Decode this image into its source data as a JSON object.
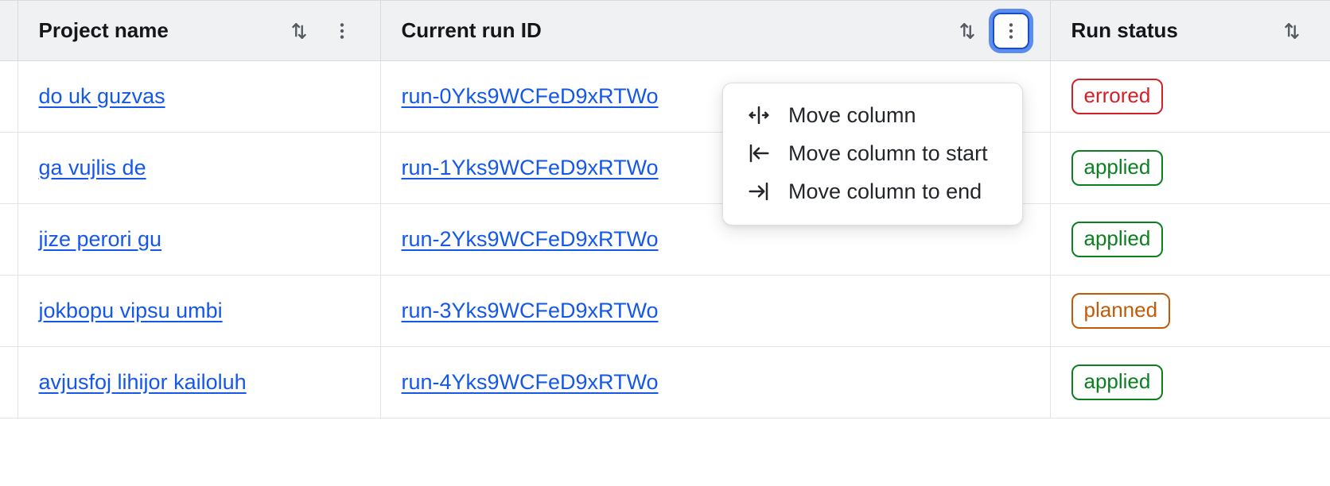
{
  "table": {
    "columns": [
      {
        "key": "gutter",
        "label": "",
        "sortable": false,
        "menu": false
      },
      {
        "key": "project",
        "label": "Project name",
        "sortable": true,
        "menu": true,
        "sort_icon": "sort-arrows-icon",
        "menu_icon": "kebab-menu-icon"
      },
      {
        "key": "runid",
        "label": "Current run ID",
        "sortable": true,
        "menu": true,
        "sort_icon": "sort-arrows-icon",
        "menu_icon": "kebab-menu-icon",
        "menu_focused": true
      },
      {
        "key": "status",
        "label": "Run status",
        "sortable": true,
        "menu": false,
        "sort_icon": "sort-arrows-icon"
      }
    ],
    "rows": [
      {
        "project": "do uk guzvas",
        "run_id": "run-0Yks9WCFeD9xRTWo",
        "status": "errored",
        "status_kind": "errored"
      },
      {
        "project": "ga vujlis de",
        "run_id": "run-1Yks9WCFeD9xRTWo",
        "status": "applied",
        "status_kind": "applied"
      },
      {
        "project": "jize perori gu",
        "run_id": "run-2Yks9WCFeD9xRTWo",
        "status": "applied",
        "status_kind": "applied"
      },
      {
        "project": "jokbopu vipsu umbi",
        "run_id": "run-3Yks9WCFeD9xRTWo",
        "status": "planned",
        "status_kind": "planned"
      },
      {
        "project": "avjusfoj lihijor kailoluh",
        "run_id": "run-4Yks9WCFeD9xRTWo",
        "status": "applied",
        "status_kind": "applied"
      }
    ]
  },
  "column_menu": {
    "open_for_column": "Current run ID",
    "items": [
      {
        "label": "Move column",
        "icon": "move-column-icon"
      },
      {
        "label": "Move column to start",
        "icon": "move-to-start-icon"
      },
      {
        "label": "Move column to end",
        "icon": "move-to-end-icon"
      }
    ]
  },
  "colors": {
    "link": "#1558e8",
    "header_bg": "#f0f1f3",
    "border": "#d8dadd",
    "focus_ring": "#5b8def",
    "focus_border": "#1b4ec4",
    "status_errored": "#d32029",
    "status_applied": "#0a8020",
    "status_planned": "#c35a07"
  }
}
